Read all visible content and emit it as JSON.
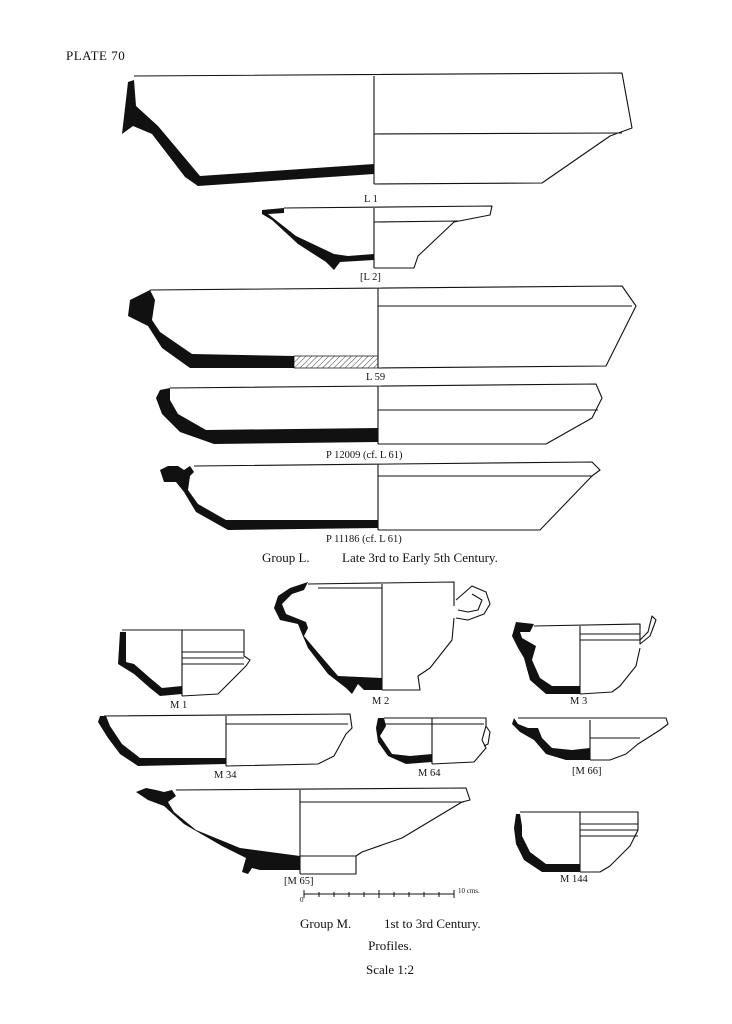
{
  "plate": {
    "title": "PLATE 70"
  },
  "group_l": {
    "labels": {
      "l1": "L 1",
      "l2": "[L 2]",
      "l59": "L 59",
      "p12009": "P 12009 (cf. L 61)",
      "p11186": "P 11186 (cf. L 61)"
    },
    "caption_group": "Group L.",
    "caption_date": "Late 3rd to Early 5th Century."
  },
  "group_m": {
    "labels": {
      "m1": "M 1",
      "m2": "M 2",
      "m3": "M 3",
      "m34": "M 34",
      "m64": "M 64",
      "m66": "[M 66]",
      "m65": "[M 65]",
      "m144": "M 144"
    },
    "caption_group": "Group M.",
    "caption_date": "1st to 3rd Century."
  },
  "scale_bar": {
    "start": "0",
    "end": "10 cms."
  },
  "footer": {
    "profiles": "Profiles.",
    "scale": "Scale 1:2"
  },
  "colors": {
    "ink": "#111111",
    "paper": "#ffffff"
  }
}
